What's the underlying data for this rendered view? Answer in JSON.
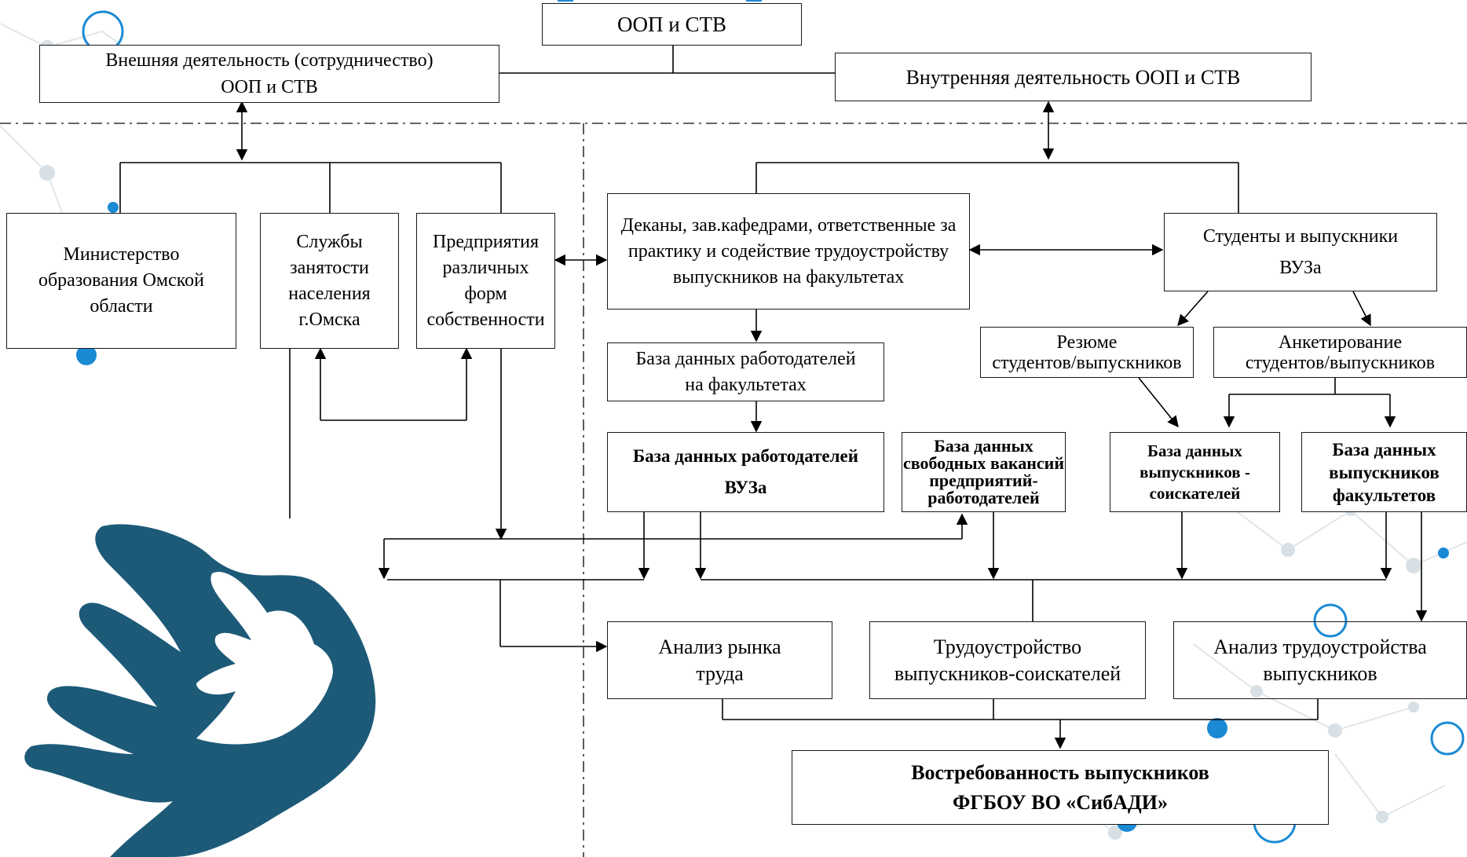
{
  "colors": {
    "accent": "#1a8ad4",
    "hand": "#1c5a78",
    "line": "#000000",
    "network": "#d3dde3"
  },
  "diagram": {
    "top": "ООП и СТВ",
    "external": "Внешняя деятельность (сотрудничество)\nООП и СТВ",
    "internal": "Внутренняя деятельность ООП и СТВ",
    "ministry": "Министерство\nобразования Омской\nобласти",
    "employment_services": "Службы\nзанятости\nнаселения\nг.Омска",
    "enterprises": "Предприятия\nразличных\nформ\nсобственности",
    "deans": "Деканы, зав.кафедрами, ответственные за\nпрактику и содействие трудоустройству\nвыпускников на факультетах",
    "students": "Студенты и выпускники\nВУЗа",
    "faculty_employers_db": "База данных работодателей\nна факультетах",
    "resume": "Резюме\nстудентов/выпускников",
    "survey": "Анкетирование\nстудентов/выпускников",
    "university_employers_db": "База данных работодателей\nВУЗа",
    "vacancies_db": "База данных\nсвободных вакансий\nпредприятий-\nработодателей",
    "graduates_seekers_db": "База данных\nвыпускников -\nсоискателей",
    "faculty_graduates_db": "База данных\nвыпускников\nфакультетов",
    "labor_market": "Анализ рынка\nтруда",
    "employment": "Трудоустройство\nвыпускников-соискателей",
    "employment_analysis": "Анализ трудоустройства\nвыпускников",
    "demand": "Востребованность выпускников\nФГБОУ ВО «СибАДИ»"
  },
  "icons": [
    "hands-icon",
    "network-background"
  ]
}
